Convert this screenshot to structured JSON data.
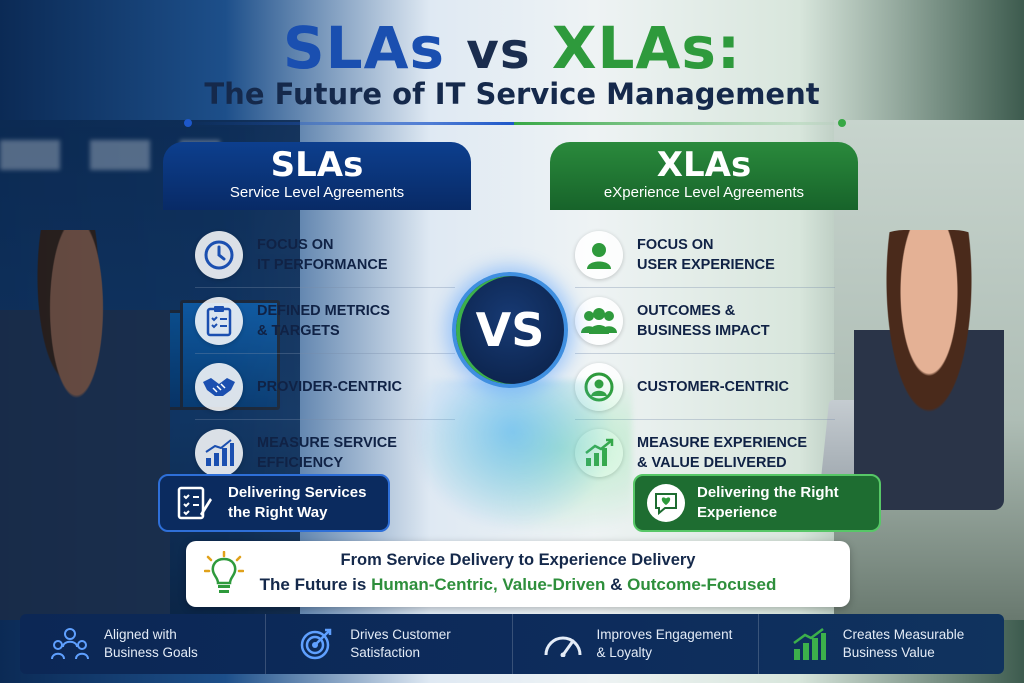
{
  "title": {
    "sla": "SLAs",
    "vs": "vs",
    "xla": "XLAs:",
    "subtitle": "The Future of IT Service Management"
  },
  "sla_panel": {
    "heading": "SLAs",
    "subheading": "Service Level Agreements",
    "items": [
      {
        "icon": "clock-icon",
        "line1": "FOCUS ON",
        "line2": "IT PERFORMANCE"
      },
      {
        "icon": "clipboard-checklist-icon",
        "line1": "DEFINED METRICS",
        "line2": "& TARGETS"
      },
      {
        "icon": "handshake-icon",
        "line1": "PROVIDER-CENTRIC",
        "line2": ""
      },
      {
        "icon": "bar-chart-icon",
        "line1": "MEASURE SERVICE",
        "line2": "EFFICIENCY"
      }
    ],
    "delivering_line1": "Delivering Services",
    "delivering_line2": "the Right Way"
  },
  "vs_label": "VS",
  "xla_panel": {
    "heading": "XLAs",
    "subheading": "eXperience Level Agreements",
    "items": [
      {
        "icon": "user-icon",
        "line1": "FOCUS ON",
        "line2": "USER EXPERIENCE"
      },
      {
        "icon": "team-icon",
        "line1": "OUTCOMES &",
        "line2": "BUSINESS IMPACT"
      },
      {
        "icon": "customer-icon",
        "line1": "CUSTOMER-CENTRIC",
        "line2": ""
      },
      {
        "icon": "growth-chart-icon",
        "line1": "MEASURE EXPERIENCE",
        "line2": "& VALUE DELIVERED"
      }
    ],
    "delivering_line1": "Delivering the Right",
    "delivering_line2": "Experience"
  },
  "future": {
    "line1": "From Service Delivery to Experience Delivery",
    "line2_prefix": "The Future is ",
    "line2_green1": "Human-Centric, Value-Driven",
    "line2_mid": " & ",
    "line2_green2": "Outcome-Focused"
  },
  "bottom_bar": [
    {
      "icon": "people-goals-icon",
      "line1": "Aligned with",
      "line2": "Business Goals"
    },
    {
      "icon": "target-icon",
      "line1": "Drives Customer",
      "line2": "Satisfaction"
    },
    {
      "icon": "gauge-icon",
      "line1": "Improves Engagement",
      "line2": "& Loyalty"
    },
    {
      "icon": "growth-bars-icon",
      "line1": "Creates Measurable",
      "line2": "Business Value"
    }
  ],
  "colors": {
    "sla_blue": "#1a4fb0",
    "xla_green": "#2e9a3c",
    "navy": "#15294b"
  }
}
